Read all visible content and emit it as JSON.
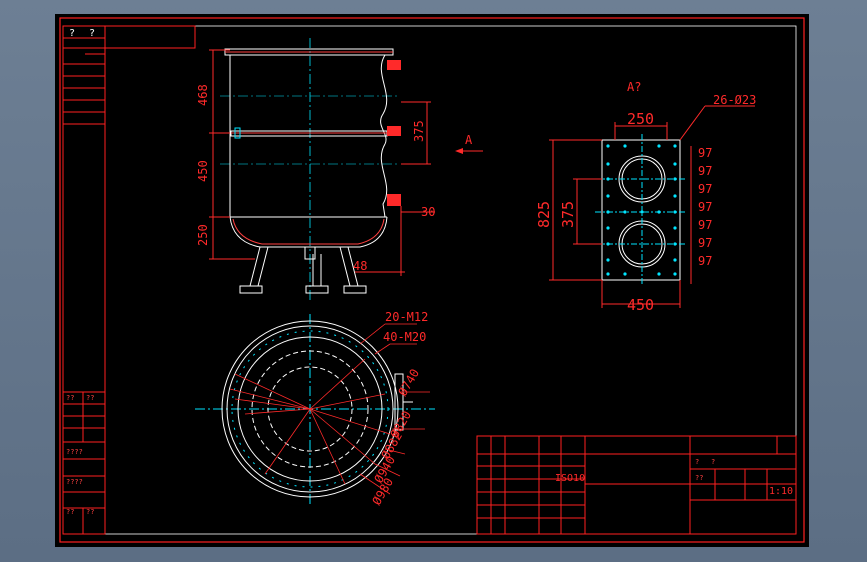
{
  "colors": {
    "frame": "#ff2020",
    "geometry": "#ffffff",
    "centerline": "#00e5ff",
    "dimension": "#ff2a2a",
    "background": "#000000"
  },
  "front_view": {
    "vertical_dims": [
      "468",
      "450",
      "250"
    ],
    "right_dims": [
      "375",
      "30",
      "48"
    ],
    "view_arrow": "A"
  },
  "view_a": {
    "label": "A?",
    "width_top": "250",
    "hole_note": "26-Ø23",
    "height_total": "825",
    "height_inner": "375",
    "width_bottom": "450",
    "pitch_dims": [
      "97",
      "97",
      "97",
      "97",
      "97",
      "97",
      "97"
    ]
  },
  "plan_view": {
    "callouts": [
      "20-M12",
      "40-M20",
      "Ø740",
      "Ø820",
      "Ø882",
      "Ø940",
      "Ø980"
    ]
  },
  "title_block": {
    "left_header": [
      "?",
      "?"
    ],
    "drawing_name": "ISO10",
    "scale": "1:10",
    "small_labels": [
      "?",
      "?",
      "??"
    ]
  },
  "left_column": {
    "labels": [
      "??",
      "??",
      "????",
      "????",
      "??",
      "??"
    ]
  }
}
